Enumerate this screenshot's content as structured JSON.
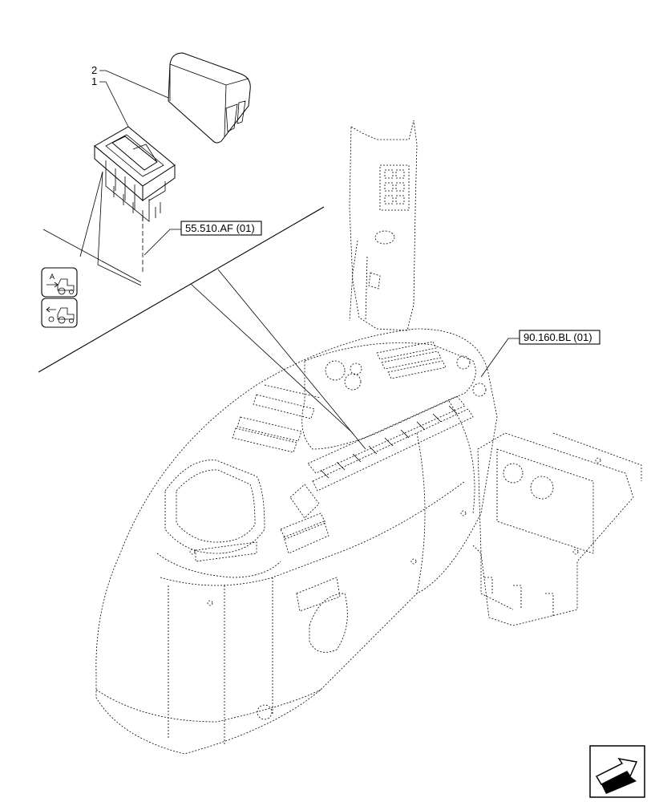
{
  "callouts": {
    "item_1": "1",
    "item_2": "2"
  },
  "references": {
    "switch_ref": "55.510.AF (01)",
    "console_ref": "90.160.BL (01)"
  },
  "symbols": {
    "top_symbol_letter": "A",
    "top_symbol_icon": "tractor-forward-icon",
    "bottom_symbol_icon": "tractor-reverse-icon",
    "nav_icon": "next-page-arrow-icon"
  }
}
